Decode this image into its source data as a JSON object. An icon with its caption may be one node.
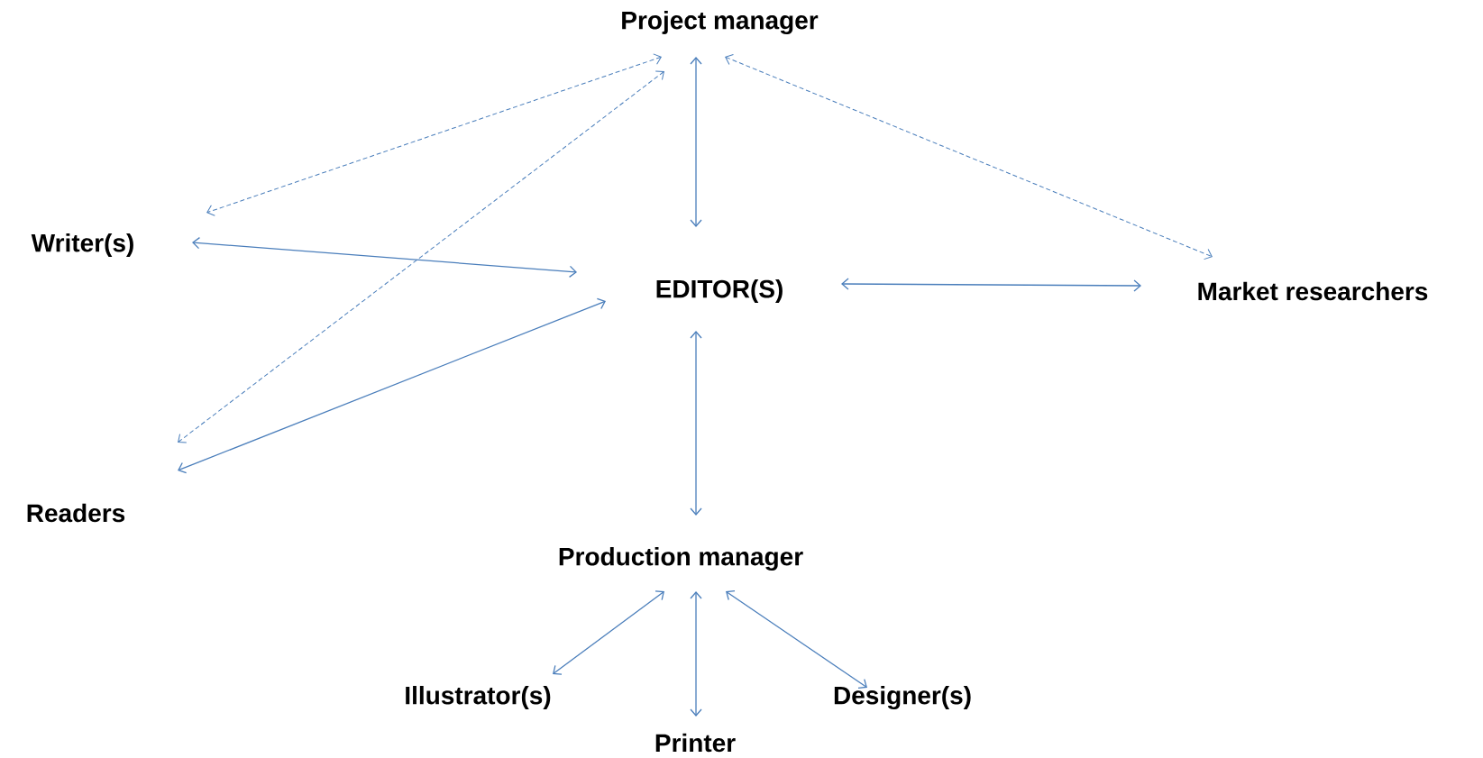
{
  "diagram": {
    "nodes": [
      {
        "text": [
          "Project manager"
        ]
      },
      {
        "text": [
          "Writer(s)"
        ]
      },
      {
        "text": [
          "EDITOR(S)"
        ]
      },
      {
        "text": [
          "Market researchers"
        ]
      },
      {
        "text": [
          "Readers"
        ]
      },
      {
        "text": [
          "Production manager"
        ]
      },
      {
        "text": [
          "Illustrator(s)"
        ]
      },
      {
        "text": [
          "Printer"
        ]
      },
      {
        "text": [
          "Designer(s)"
        ]
      }
    ],
    "edges": [
      {
        "from": 0,
        "to": 1,
        "arrow": "both",
        "style": "dashed"
      },
      {
        "from": 0,
        "to": 4,
        "arrow": "both",
        "style": "dashed"
      },
      {
        "from": 0,
        "to": 2,
        "arrow": "both"
      },
      {
        "from": 0,
        "to": 3,
        "arrow": "both",
        "style": "dashed"
      },
      {
        "from": 1,
        "to": 2,
        "arrow": "both"
      },
      {
        "from": 4,
        "to": 2,
        "arrow": "both"
      },
      {
        "from": 2,
        "to": 3,
        "arrow": "both"
      },
      {
        "from": 2,
        "to": 5,
        "arrow": "both"
      },
      {
        "from": 5,
        "to": 6,
        "arrow": "both"
      },
      {
        "from": 5,
        "to": 7,
        "arrow": "both"
      },
      {
        "from": 5,
        "to": 8,
        "arrow": "both"
      }
    ]
  }
}
